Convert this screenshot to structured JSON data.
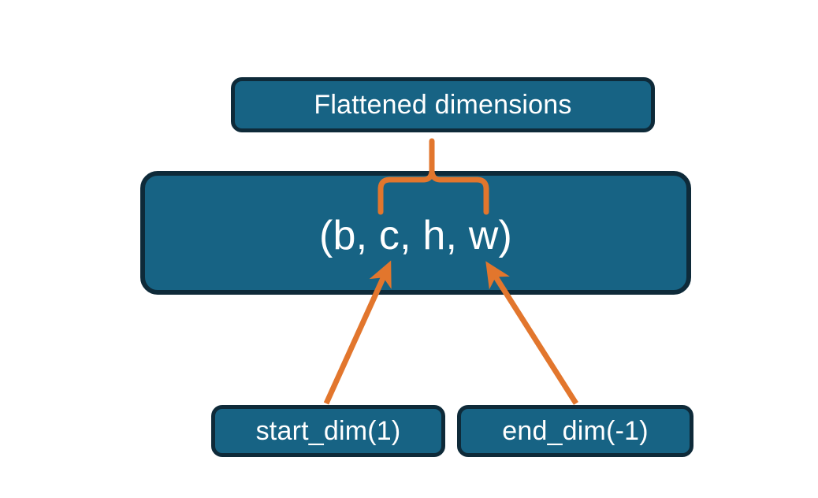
{
  "diagram": {
    "title_node": {
      "label": "Flattened dimensions",
      "name": "flattened-dimensions-box"
    },
    "shape_node": {
      "label": "(b, c, h, w)",
      "name": "tensor-shape-box"
    },
    "param_nodes": [
      {
        "label": "start_dim(1)",
        "name": "start-dim-box"
      },
      {
        "label": "end_dim(-1)",
        "name": "end-dim-box"
      }
    ],
    "connectors": {
      "brace": {
        "name": "curly-brace-connector",
        "from": "tensor-shape-box",
        "to": "flattened-dimensions-box",
        "spans_dims": "c, h, w"
      },
      "arrows": [
        {
          "name": "start-dim-arrow",
          "from": "start-dim-box",
          "to": "tensor-shape-box",
          "points_at": "c"
        },
        {
          "name": "end-dim-arrow",
          "from": "end-dim-box",
          "to": "tensor-shape-box",
          "points_at": "w"
        }
      ]
    },
    "colors": {
      "node_fill": "#176384",
      "node_border": "#0e2a39",
      "node_text": "#ffffff",
      "connector": "#e2762d",
      "background": "#ffffff"
    }
  }
}
